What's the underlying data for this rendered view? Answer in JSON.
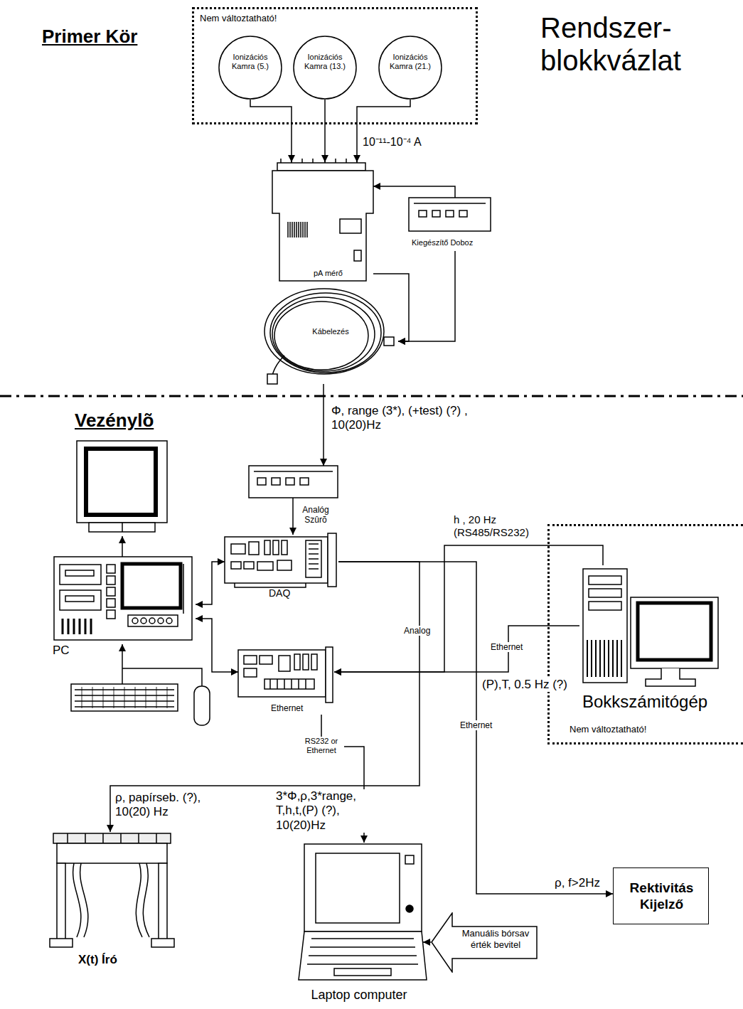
{
  "diagram": {
    "title": "Rendszer- blokkvázlat",
    "nodes": [
      {
        "text": [
          "Nem változtatható!"
        ]
      },
      {
        "text": [
          "Ionizációs Kamra (5.)"
        ],
        "in": 0
      },
      {
        "text": [
          "Ionizációs Kamra (13.)"
        ],
        "in": 0
      },
      {
        "text": [
          "Ionizációs Kamra (21.)"
        ],
        "in": 0
      },
      {
        "text": [
          "pA mérő"
        ]
      },
      {
        "text": [
          "Kiegészítő Doboz"
        ]
      },
      {
        "text": [
          "Kábelezés"
        ]
      },
      {
        "text": [
          "Analóg Szûrõ"
        ]
      },
      {
        "text": [
          "DAQ"
        ]
      },
      {
        "text": [
          "PC"
        ]
      },
      {
        "text": [
          "Ethernet"
        ]
      },
      {
        "text": [
          "Nem változtatható!"
        ]
      },
      {
        "text": [
          "Bokkszámitógép"
        ],
        "in": 11
      },
      {
        "text": [
          "X(t) Író"
        ]
      },
      {
        "text": [
          "Laptop computer"
        ]
      },
      {
        "text": [
          "Rektivitás Kijelző"
        ]
      },
      {
        "text": [
          "Manuális bórsav érték bevitel"
        ]
      }
    ],
    "edges": [
      {
        "from": 1,
        "to": 4,
        "arrow": "to"
      },
      {
        "from": 2,
        "to": 4,
        "arrow": "to"
      },
      {
        "from": 3,
        "to": 4,
        "label": "10⁻¹¹-10⁻⁴ A",
        "arrow": "to"
      },
      {
        "from": 5,
        "to": 4,
        "arrow": "to"
      },
      {
        "from": 4,
        "to": 6,
        "arrow": "to"
      },
      {
        "from": 5,
        "to": 6,
        "arrow": "to"
      },
      {
        "from": 6,
        "to": 7,
        "label": "Φ, range (3*), (+test) (?) , 10(20)Hz",
        "arrow": "to"
      },
      {
        "from": 7,
        "to": 8,
        "arrow": "to"
      },
      {
        "from": 8,
        "to": 9,
        "arrow": "both"
      },
      {
        "from": 9,
        "to": 10,
        "arrow": "both"
      },
      {
        "from": 12,
        "to": 10,
        "label": "h , 20 Hz (RS485/RS232)",
        "arrow": "to"
      },
      {
        "from": 12,
        "to": 10,
        "label": "Ethernet",
        "arrow": "to"
      },
      {
        "from": 8,
        "to": 13,
        "label": "Analog",
        "arrow": "to"
      },
      {
        "from": 8,
        "to": 15,
        "label": "Ethernet",
        "arrow": "to"
      },
      {
        "from": 10,
        "to": 14,
        "label": "RS232 or Ethernet",
        "arrow": "to"
      },
      {
        "from": 16,
        "to": 14,
        "arrow": "to"
      }
    ],
    "labels": [
      "Primer Kör",
      "Vezénylõ",
      "(P),T, 0.5 Hz (?)",
      "ρ, papírseb. (?), 10(20) Hz",
      "3*Φ,ρ,3*range, T,h,t,(P) (?), 10(20)Hz",
      "ρ, f>2Hz"
    ]
  }
}
